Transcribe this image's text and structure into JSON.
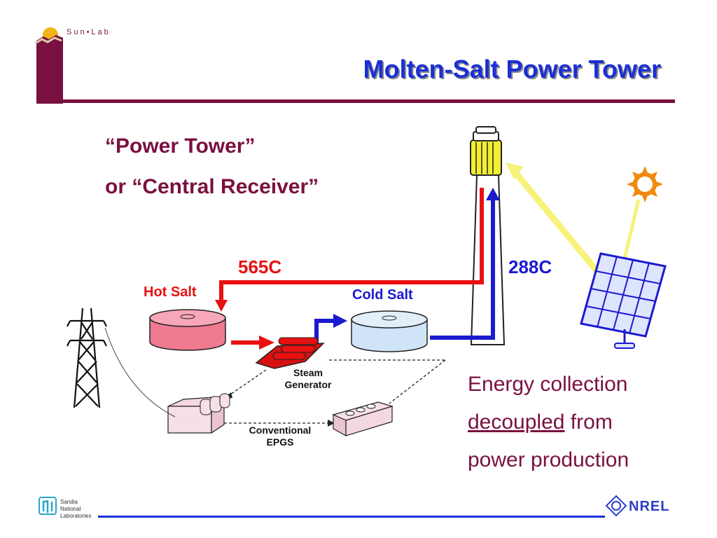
{
  "header": {
    "brand": "Sun•Lab",
    "title": "Molten-Salt Power Tower"
  },
  "subtitle": {
    "line1": "“Power Tower”",
    "line2": "or “Central Receiver”"
  },
  "diagram": {
    "hot_temp": "565C",
    "cold_temp": "288C",
    "hot_salt_label": "Hot Salt",
    "cold_salt_label": "Cold Salt",
    "steam_generator_label": "Steam Generator",
    "epgs_label": "Conventional EPGS",
    "colors": {
      "hot": "#e81010",
      "cold": "#1a1ad0",
      "sunbeam": "#f6f27a",
      "sun": "#f08a10",
      "receiver": "#f2ee30"
    }
  },
  "note": {
    "line1": "Energy collection",
    "line2_emphasis": "decoupled",
    "line2_rest": " from",
    "line3": "power production"
  },
  "footer": {
    "sandia": [
      "Sandia",
      "National",
      "Laboratories"
    ],
    "nrel": "NREL"
  },
  "theme": {
    "accent": "#7a1040",
    "title_color": "#1a2fd6",
    "rule_color": "#7a1040",
    "footer_rule_color": "#1a2fd6"
  }
}
